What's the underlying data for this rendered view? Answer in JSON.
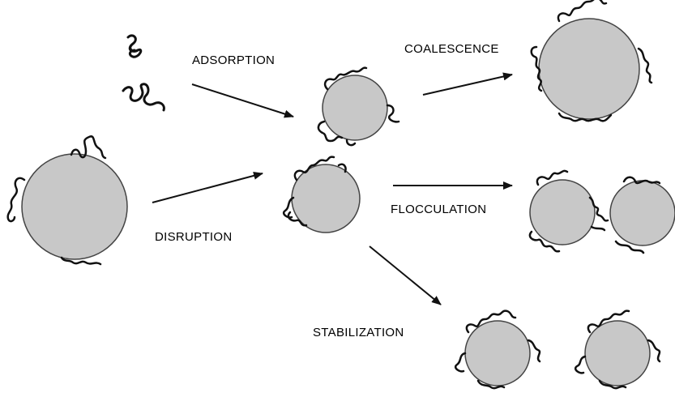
{
  "labels": {
    "adsorption": "ADSORPTION",
    "coalescence": "COALESCENCE",
    "disruption": "DISRUPTION",
    "flocculation": "FLOCCULATION",
    "stabilization": "STABILIZATION"
  },
  "colors": {
    "droplet_fill": "#c8c8c8",
    "droplet_stroke": "#444444",
    "polymer_chain": "#111111",
    "arrow": "#111111"
  }
}
